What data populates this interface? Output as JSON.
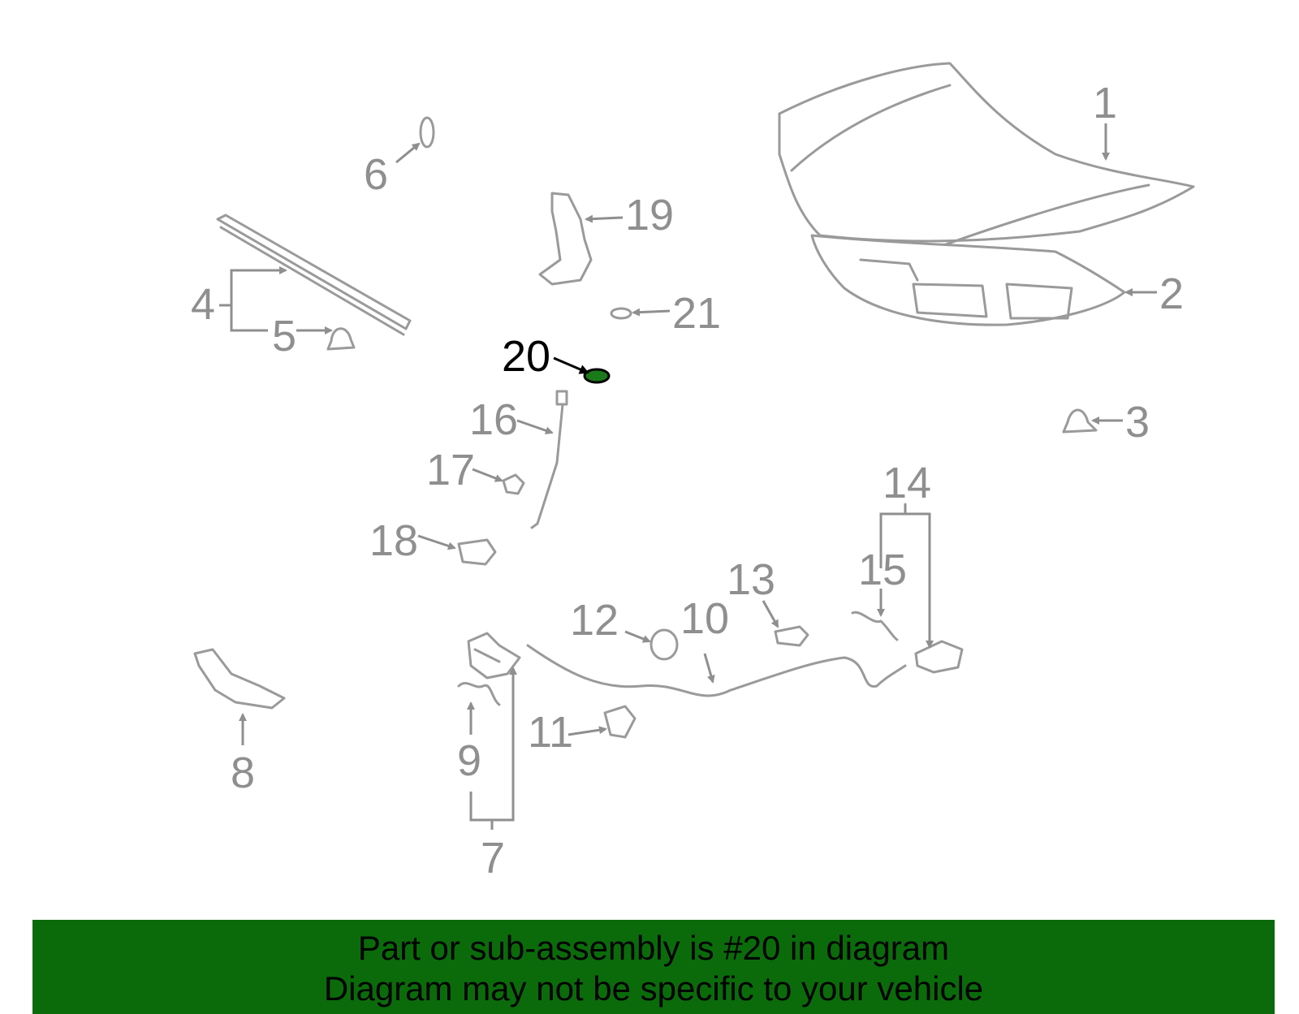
{
  "diagram": {
    "callouts": [
      "1",
      "2",
      "3",
      "4",
      "5",
      "6",
      "7",
      "8",
      "9",
      "10",
      "11",
      "12",
      "13",
      "14",
      "15",
      "16",
      "17",
      "18",
      "19",
      "20",
      "21"
    ],
    "highlighted_callout": "20",
    "colors": {
      "part_lines": "#9a9a9a",
      "labels": "#8f8f8f",
      "highlight_part": "#1a7a1a",
      "highlight_label": "#000000"
    }
  },
  "banner": {
    "line1": "Part or sub-assembly is #20 in diagram",
    "line2": "Diagram may not be specific to your vehicle",
    "background": "#0b6b0b"
  }
}
